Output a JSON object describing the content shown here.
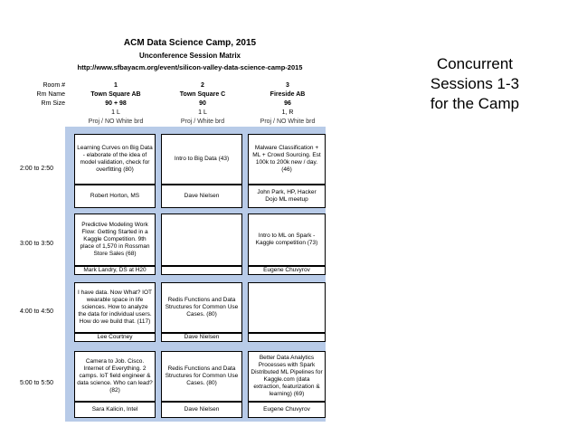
{
  "header": {
    "title": "ACM Data Science Camp, 2015",
    "subtitle": "Unconference Session Matrix",
    "url": "http://www.sfbayacm.org/event/silicon-valley-data-science-camp-2015"
  },
  "side_title": [
    "Concurrent",
    "Sessions 1-3",
    "for the Camp"
  ],
  "meta_labels": [
    "Room #",
    "Rm Name",
    "Rm Size"
  ],
  "rooms": [
    {
      "number": "1",
      "name": "Town Square AB",
      "size": "90 + 98",
      "layout": "1 L",
      "note": "Proj / NO White brd"
    },
    {
      "number": "2",
      "name": "Town Square C",
      "size": "90",
      "layout": "1 L",
      "note": "Proj / White brd"
    },
    {
      "number": "3",
      "name": "Fireside AB",
      "size": "96",
      "layout": "1, R",
      "note": "Proj / NO White brd"
    }
  ],
  "slots": [
    {
      "time": "2:00 to 2:50",
      "sessions": [
        {
          "title": "Learning Curves on Big Data - elaborate of the idea of model validation, check for overfitting (80)",
          "speaker": "Robert Horton, MS"
        },
        {
          "title": "Intro to Big Data (43)",
          "speaker": "Dave Nielsen"
        },
        {
          "title": "Malware Classification + ML + Crowd Sourcing. Est 100k to 200k new / day. (46)",
          "speaker": "John Park, HP, Hacker Dojo ML meetup"
        }
      ]
    },
    {
      "time": "3:00 to 3:50",
      "sessions": [
        {
          "title": "Predictive Modeling Work Flow: Getting Started in a Kaggle Competition. 9th place of 1,570 in Rossman Store Sales (68)",
          "speaker": "Mark Landry, DS at H20"
        },
        {
          "title": "",
          "speaker": ""
        },
        {
          "title": "Intro to ML on Spark - Kaggle competition (73)",
          "speaker": "Eugene Chuvyrov"
        }
      ]
    },
    {
      "time": "4:00 to 4:50",
      "sessions": [
        {
          "title": "I have data. Now What? IOT wearable space in life sciences. How to analyze the data for individual users. How do we build that. (117)",
          "speaker": "Lee Courtney"
        },
        {
          "title": "Redis Functions and Data Structures for Common Use Cases. (80)",
          "speaker": "Dave Nielsen"
        },
        {
          "title": "",
          "speaker": ""
        }
      ]
    },
    {
      "time": "5:00 to 5:50",
      "sessions": [
        {
          "title": "Camera to Job. Cisco. Internet of Everything. 2 camps. IoT field engineer & data science. Who can lead? (82)",
          "speaker": "Sara Kalicin, Intel"
        },
        {
          "title": "Redis Functions and Data Structures for Common Use Cases. (80)",
          "speaker": "Dave Nielsen"
        },
        {
          "title": "Better Data Analytics Processes with Spark Distributed ML Pipelines for Kaggle.com (data extraction, featurization & learning) (69)",
          "speaker": "Eugene Chuvyrov"
        }
      ]
    }
  ]
}
